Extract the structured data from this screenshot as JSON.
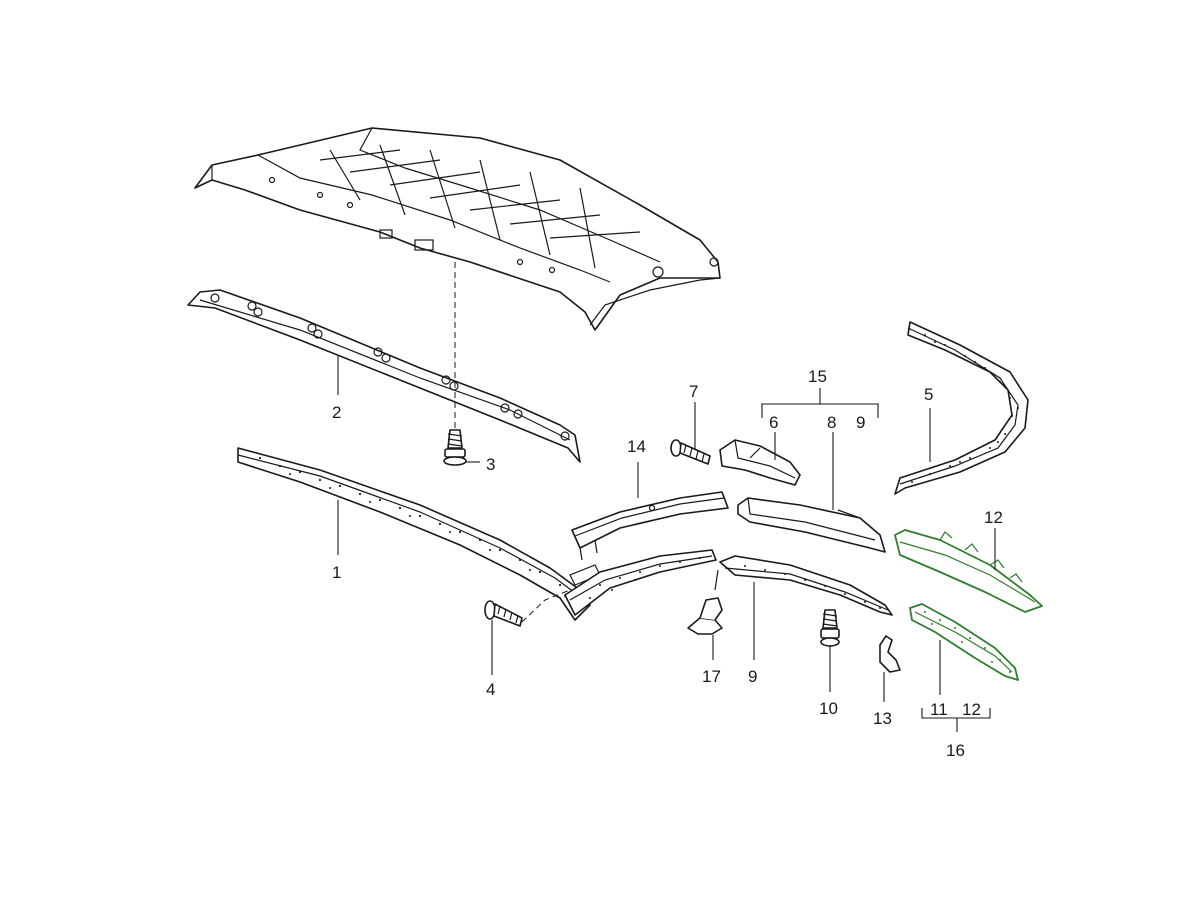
{
  "callouts": {
    "c1": "1",
    "c2": "2",
    "c3": "3",
    "c4": "4",
    "c5": "5",
    "c6": "6",
    "c7": "7",
    "c8": "8",
    "c9a": "9",
    "c9b": "9",
    "c10": "10",
    "c11": "11",
    "c12a": "12",
    "c12b": "12",
    "c13": "13",
    "c14": "14",
    "c15": "15",
    "c16": "16",
    "c17": "17"
  },
  "colors": {
    "line": "#1a1a1a",
    "highlight": "#2f7d2f",
    "background": "#ffffff"
  }
}
